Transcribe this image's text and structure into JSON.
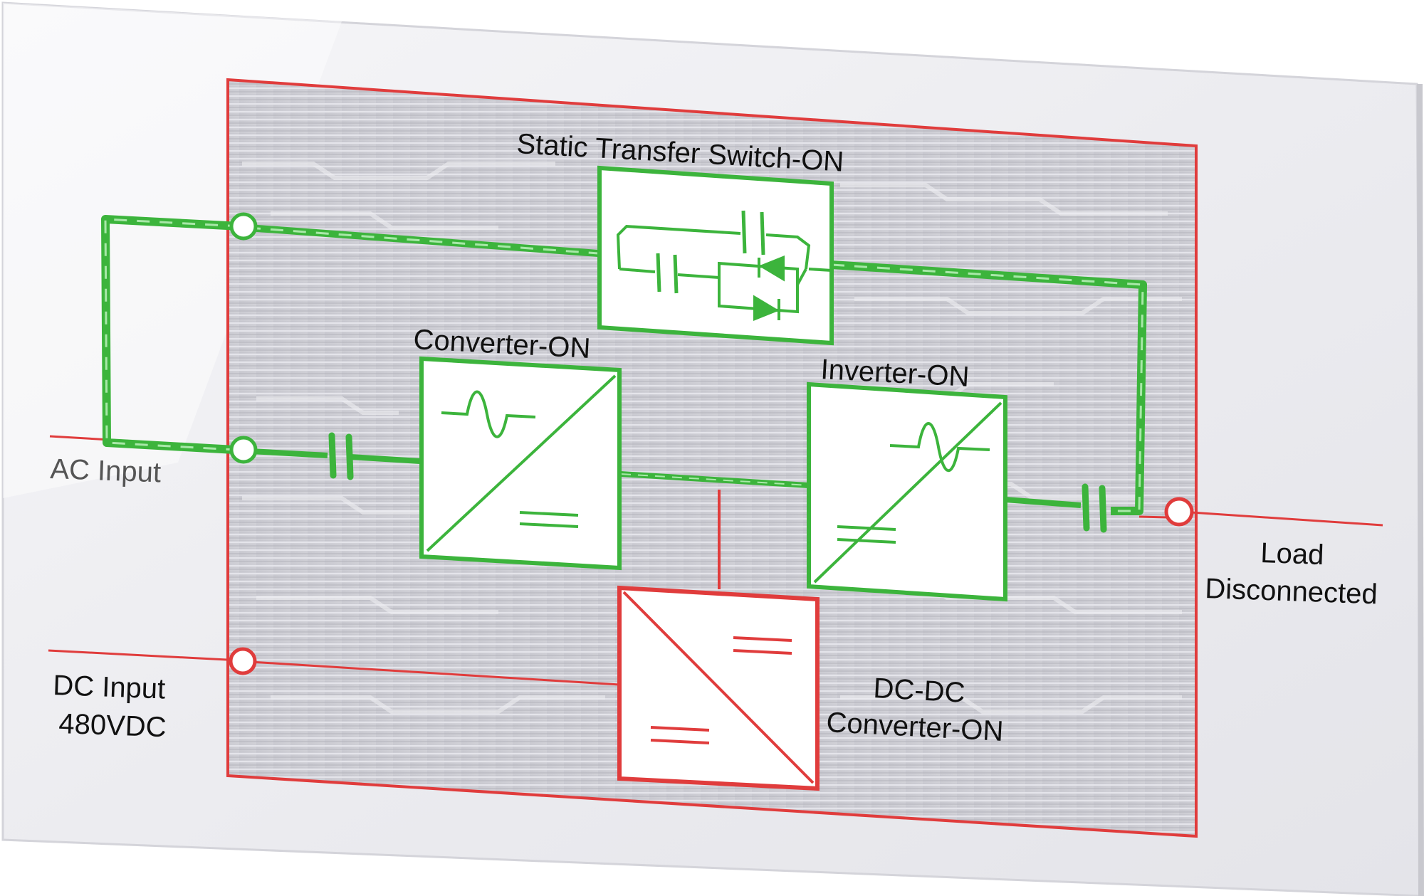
{
  "diagram": {
    "sts_label": "Static Transfer Switch-ON",
    "converter_label": "Converter-ON",
    "inverter_label": "Inverter-ON",
    "dcdc_label_line1": "DC-DC",
    "dcdc_label_line2": "Converter-ON",
    "ac_input_label": "AC Input",
    "dc_input_line1": "DC Input",
    "dc_input_line2": "480VDC",
    "load_line1": "Load",
    "load_line2": "Disconnected"
  },
  "colors": {
    "active": "#3cb43c",
    "inactive": "#e03c3c",
    "board": "#c9c9cf",
    "glass": "#ececf0"
  },
  "state": {
    "static_transfer_switch": "on",
    "converter": "on",
    "inverter": "on",
    "dc_dc_converter": "on",
    "load": "disconnected"
  }
}
